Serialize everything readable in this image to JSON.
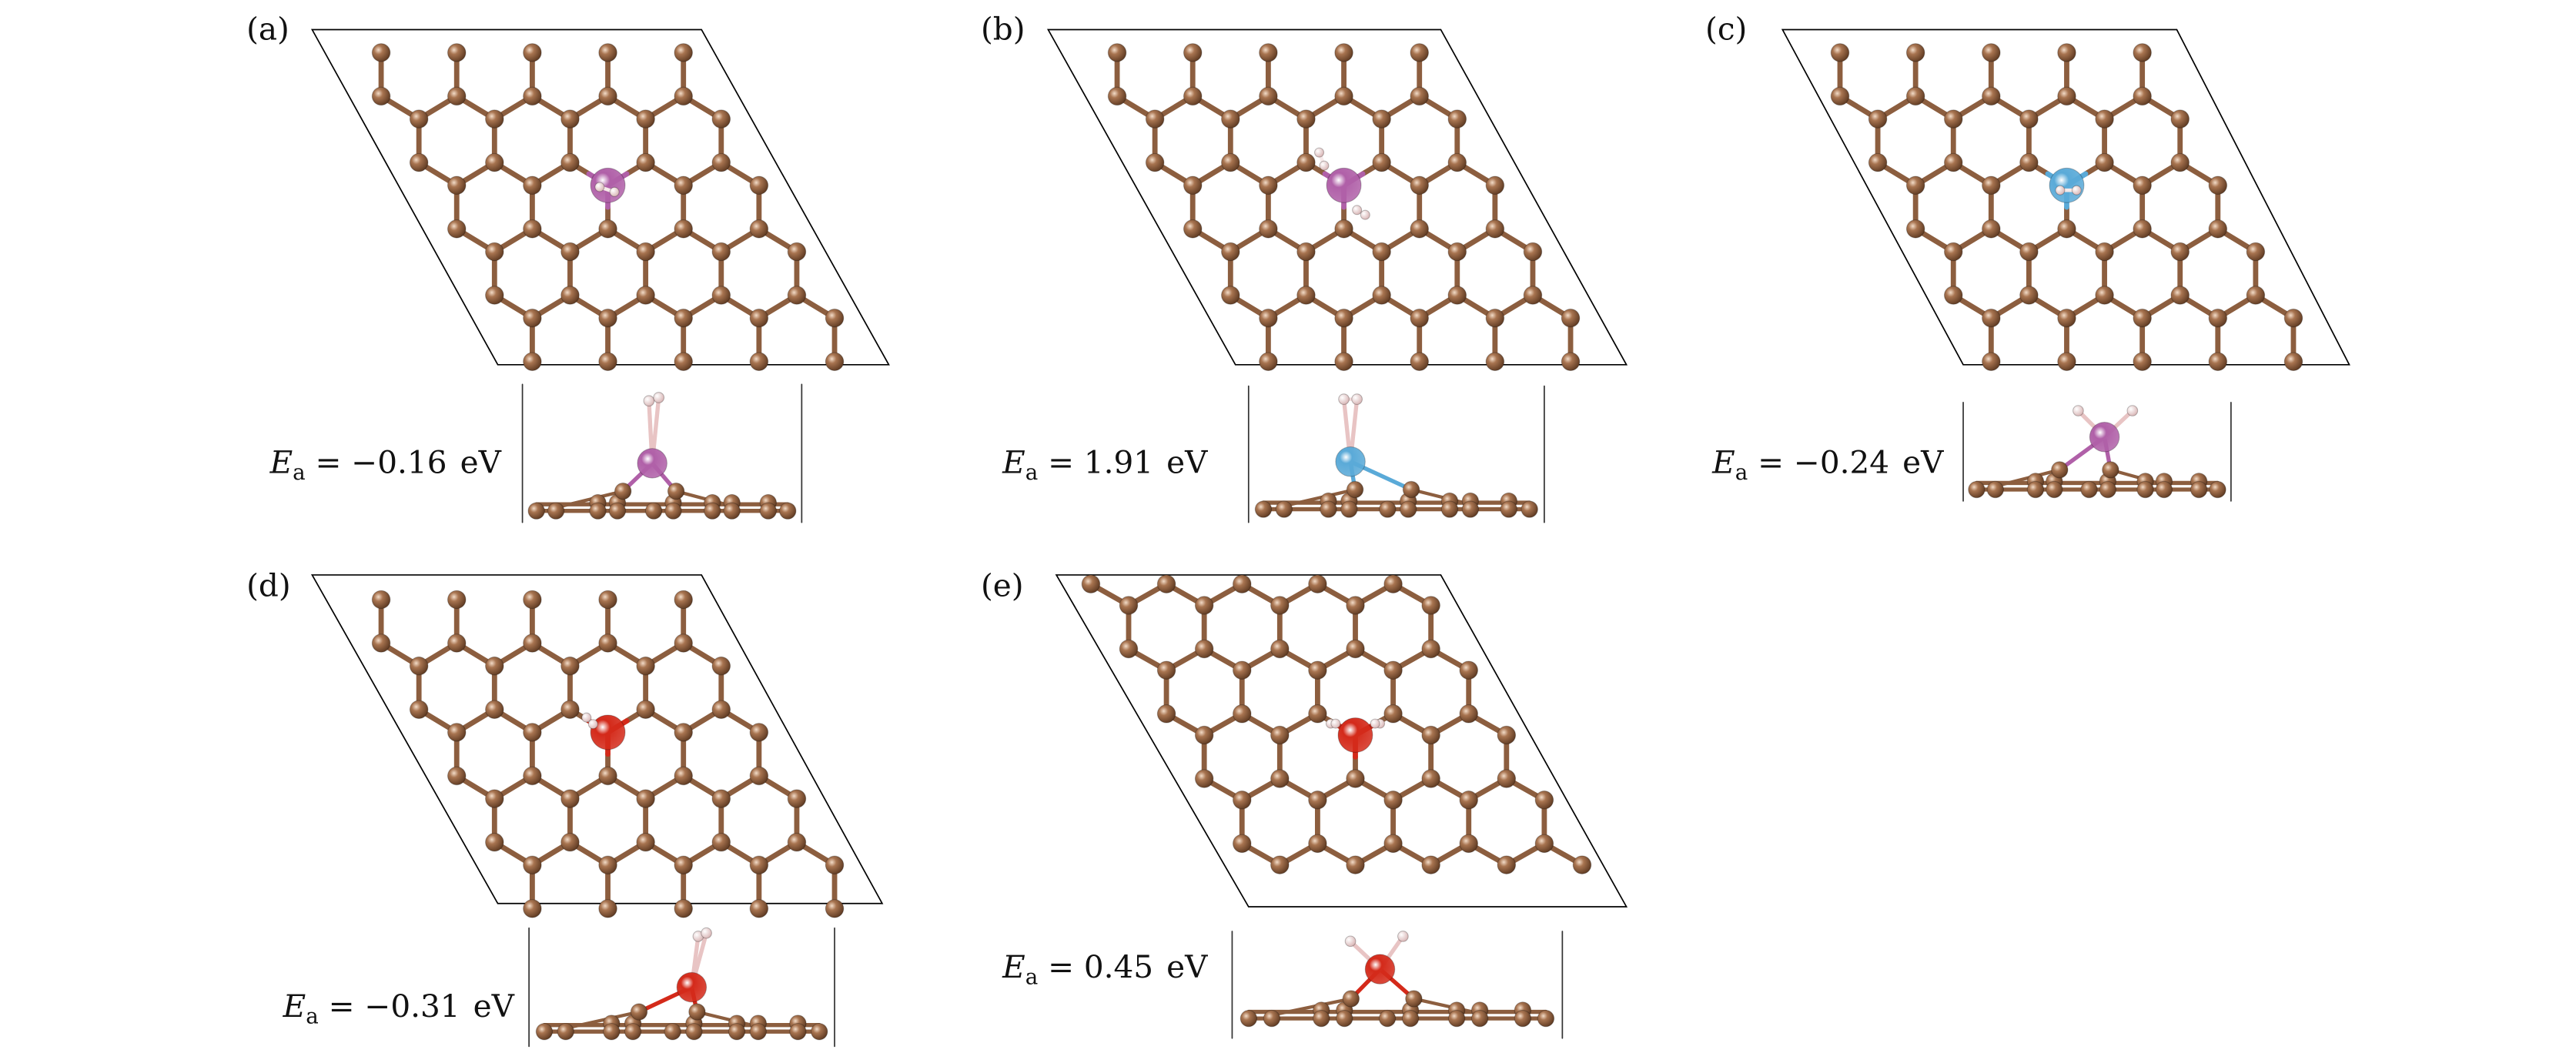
{
  "figure": {
    "panels": [
      {
        "label": "(a)",
        "symbol": "E",
        "subscript": "a",
        "equals": "=",
        "value": "−0.16",
        "unit": "eV",
        "dopant_color": "#b060a8"
      },
      {
        "label": "(b)",
        "symbol": "E",
        "subscript": "a",
        "equals": "=",
        "value": "1.91",
        "unit": "eV",
        "dopant_color": "#b060a8",
        "side_dopant_color": "#5aaad8"
      },
      {
        "label": "(c)",
        "symbol": "E",
        "subscript": "a",
        "equals": "=",
        "value": "−0.24",
        "unit": "eV",
        "dopant_color": "#5aaad8",
        "side_dopant_color": "#b060a8"
      },
      {
        "label": "(d)",
        "symbol": "E",
        "subscript": "a",
        "equals": "=",
        "value": "−0.31",
        "unit": "eV",
        "dopant_color": "#d42a1a"
      },
      {
        "label": "(e)",
        "symbol": "E",
        "subscript": "a",
        "equals": "=",
        "value": "0.45",
        "unit": "eV",
        "dopant_color": "#d42a1a"
      }
    ],
    "colors": {
      "carbon": "#8c5e3f",
      "hydrogen": "#f2d6d6",
      "cell": "#000000"
    }
  }
}
